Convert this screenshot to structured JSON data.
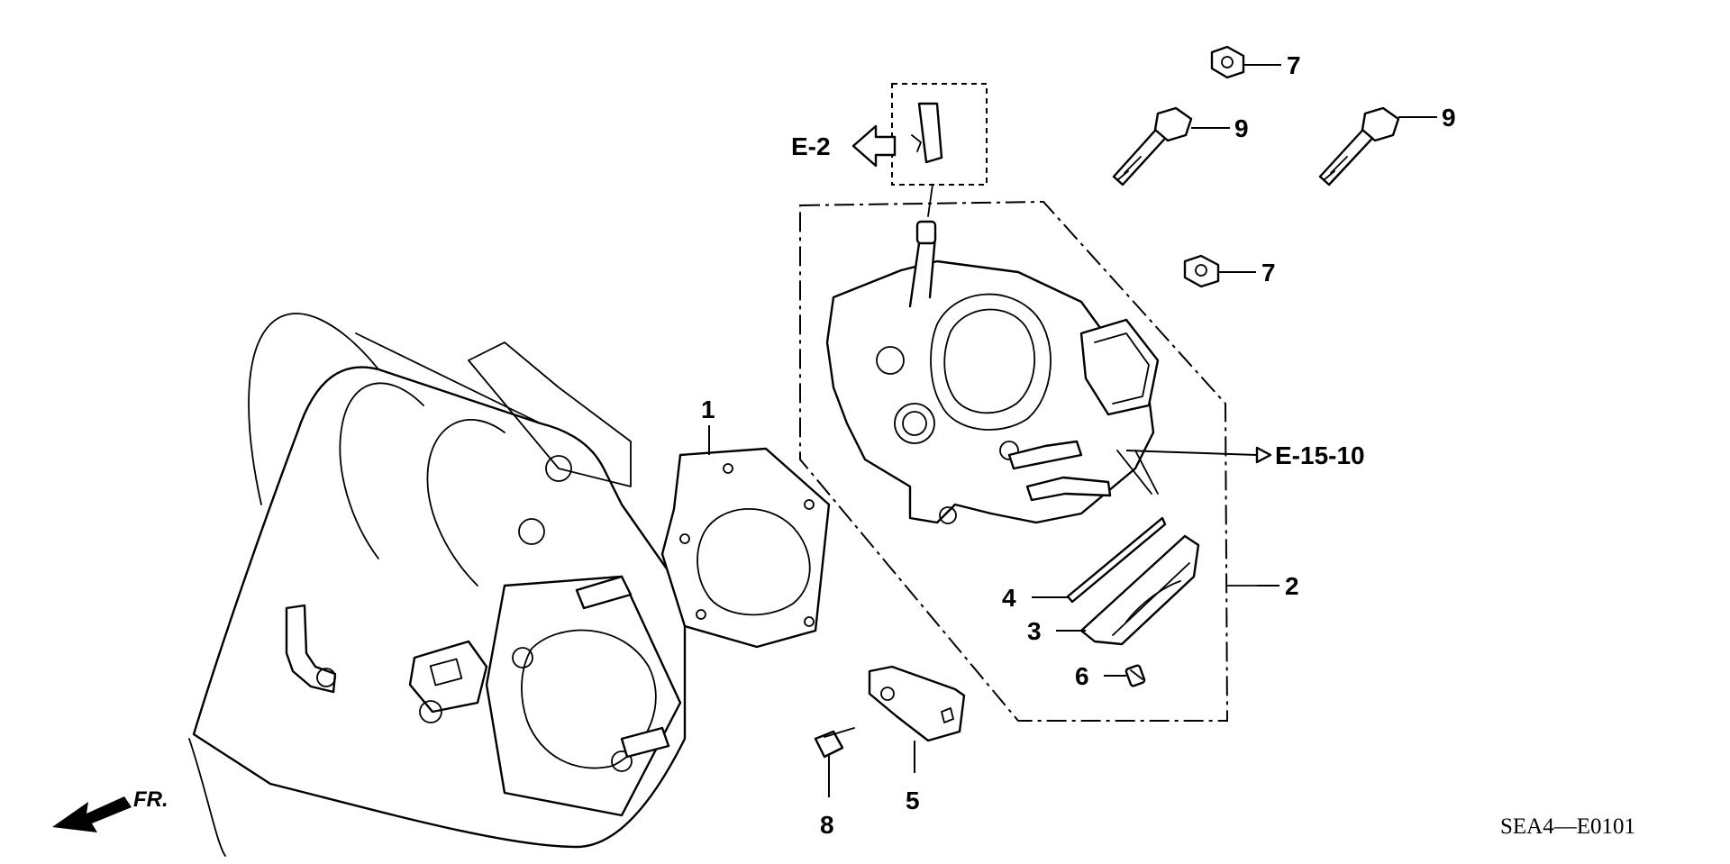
{
  "diagram": {
    "drawing_code": "SEA4—E0101",
    "direction_label": "FR.",
    "references": {
      "hose_ref": "E-2",
      "sensor_ref": "E-15-10"
    },
    "callouts": {
      "c1": "1",
      "c2": "2",
      "c3": "3",
      "c4": "4",
      "c5": "5",
      "c6": "6",
      "c7a": "7",
      "c7b": "7",
      "c8": "8",
      "c9a": "9",
      "c9b": "9"
    }
  }
}
